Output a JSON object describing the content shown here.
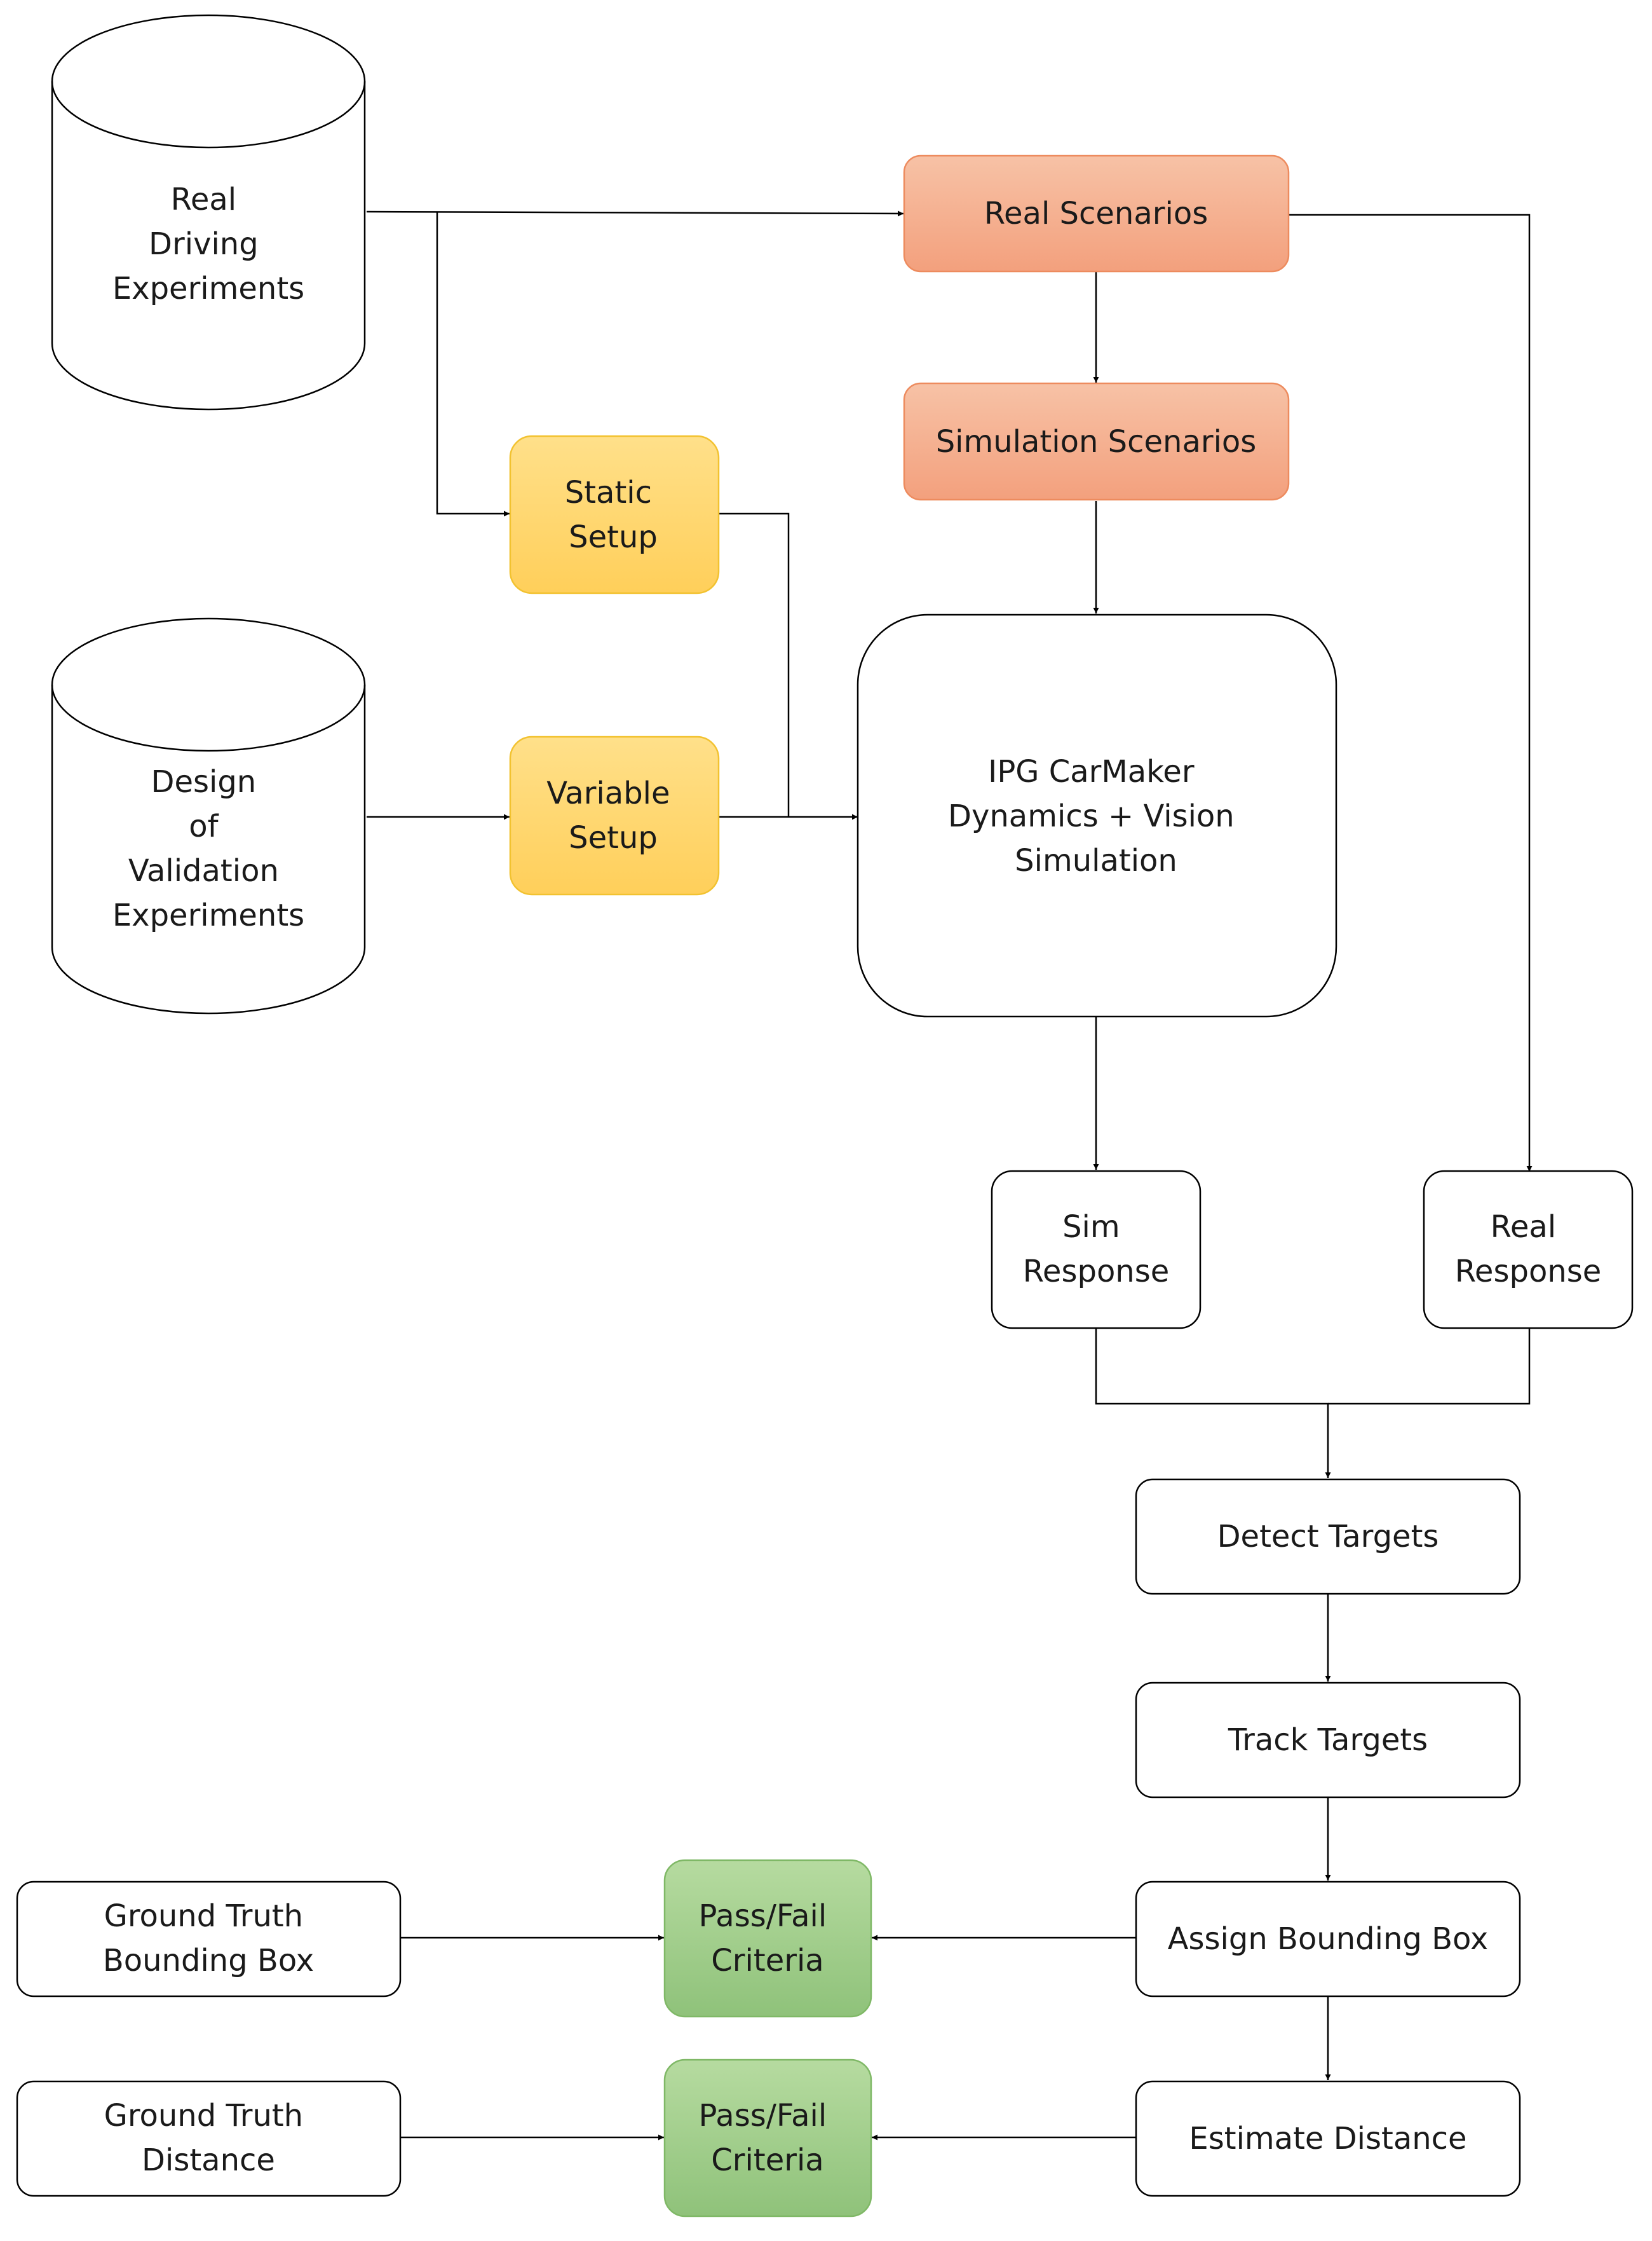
{
  "diagram": {
    "nodes": {
      "real_driving_experiments": {
        "lines": [
          "Real",
          "Driving",
          "Experiments"
        ],
        "shape": "cylinder"
      },
      "design_of_validation_experiments": {
        "lines": [
          "Design",
          "of",
          "Validation",
          "Experiments"
        ],
        "shape": "cylinder"
      },
      "real_scenarios": {
        "lines": [
          "Real Scenarios"
        ],
        "fill": "#f4b183"
      },
      "simulation_scenarios": {
        "lines": [
          "Simulation Scenarios"
        ],
        "fill": "#f4b183"
      },
      "static_setup": {
        "lines": [
          "Static",
          "Setup"
        ],
        "fill": "#ffd966"
      },
      "variable_setup": {
        "lines": [
          "Variable",
          "Setup"
        ],
        "fill": "#ffd966"
      },
      "ipg_carmaker": {
        "lines": [
          "IPG CarMaker",
          "Dynamics + Vision",
          "Simulation"
        ]
      },
      "sim_response": {
        "lines": [
          "Sim",
          "Response"
        ]
      },
      "real_response": {
        "lines": [
          "Real",
          "Response"
        ]
      },
      "detect_targets": {
        "lines": [
          "Detect Targets"
        ]
      },
      "track_targets": {
        "lines": [
          "Track Targets"
        ]
      },
      "assign_bounding_box": {
        "lines": [
          "Assign Bounding Box"
        ]
      },
      "estimate_distance": {
        "lines": [
          "Estimate Distance"
        ]
      },
      "ground_truth_bounding_box": {
        "lines": [
          "Ground Truth",
          "Bounding Box"
        ]
      },
      "ground_truth_distance": {
        "lines": [
          "Ground Truth",
          "Distance"
        ]
      },
      "pass_fail_1": {
        "lines": [
          "Pass/Fail",
          "Criteria"
        ],
        "fill": "#a9d18e"
      },
      "pass_fail_2": {
        "lines": [
          "Pass/Fail",
          "Criteria"
        ],
        "fill": "#a9d18e"
      }
    },
    "edges": [
      {
        "from": "real_driving_experiments",
        "to": "real_scenarios"
      },
      {
        "from": "real_driving_experiments",
        "to": "static_setup"
      },
      {
        "from": "real_scenarios",
        "to": "simulation_scenarios"
      },
      {
        "from": "real_scenarios",
        "to": "real_response"
      },
      {
        "from": "simulation_scenarios",
        "to": "ipg_carmaker"
      },
      {
        "from": "static_setup",
        "to": "ipg_carmaker"
      },
      {
        "from": "design_of_validation_experiments",
        "to": "variable_setup"
      },
      {
        "from": "variable_setup",
        "to": "ipg_carmaker"
      },
      {
        "from": "ipg_carmaker",
        "to": "sim_response"
      },
      {
        "from": "sim_response",
        "to": "detect_targets"
      },
      {
        "from": "real_response",
        "to": "detect_targets"
      },
      {
        "from": "detect_targets",
        "to": "track_targets"
      },
      {
        "from": "track_targets",
        "to": "assign_bounding_box"
      },
      {
        "from": "assign_bounding_box",
        "to": "estimate_distance"
      },
      {
        "from": "assign_bounding_box",
        "to": "pass_fail_1"
      },
      {
        "from": "ground_truth_bounding_box",
        "to": "pass_fail_1"
      },
      {
        "from": "estimate_distance",
        "to": "pass_fail_2"
      },
      {
        "from": "ground_truth_distance",
        "to": "pass_fail_2"
      }
    ]
  }
}
